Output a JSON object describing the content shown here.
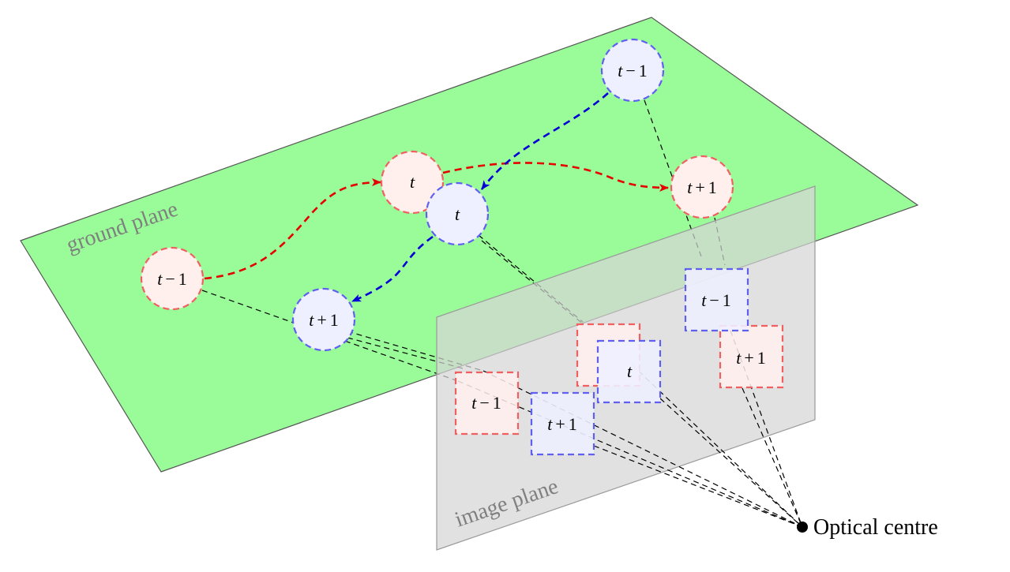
{
  "labels": {
    "ground_plane": "ground plane",
    "image_plane": "image plane",
    "optical_centre": "Optical centre"
  },
  "colors": {
    "ground_fill": "#99fc98",
    "image_plane_fill": "#d6d6d6",
    "red_track": "#e60000",
    "blue_track": "#0000d8",
    "red_fill": "#fff0ee",
    "red_border": "#f06060",
    "blue_fill": "#eef0ff",
    "blue_border": "#6060f0",
    "projection_line": "#000000"
  },
  "red_track": {
    "ground_nodes": [
      {
        "label_t": "t",
        "label_op": "−",
        "label_n": "1"
      },
      {
        "label_t": "t",
        "label_op": "",
        "label_n": ""
      },
      {
        "label_t": "t",
        "label_op": "+",
        "label_n": "1"
      }
    ],
    "image_nodes": [
      {
        "label_t": "t",
        "label_op": "−",
        "label_n": "1"
      },
      {
        "label_t": "",
        "label_op": "",
        "label_n": ""
      },
      {
        "label_t": "t",
        "label_op": "+",
        "label_n": "1"
      }
    ]
  },
  "blue_track": {
    "ground_nodes": [
      {
        "label_t": "t",
        "label_op": "−",
        "label_n": "1"
      },
      {
        "label_t": "t",
        "label_op": "",
        "label_n": ""
      },
      {
        "label_t": "t",
        "label_op": "+",
        "label_n": "1"
      }
    ],
    "image_nodes": [
      {
        "label_t": "t",
        "label_op": "−",
        "label_n": "1"
      },
      {
        "label_t": "t",
        "label_op": "",
        "label_n": ""
      },
      {
        "label_t": "t",
        "label_op": "+",
        "label_n": "1"
      }
    ]
  }
}
